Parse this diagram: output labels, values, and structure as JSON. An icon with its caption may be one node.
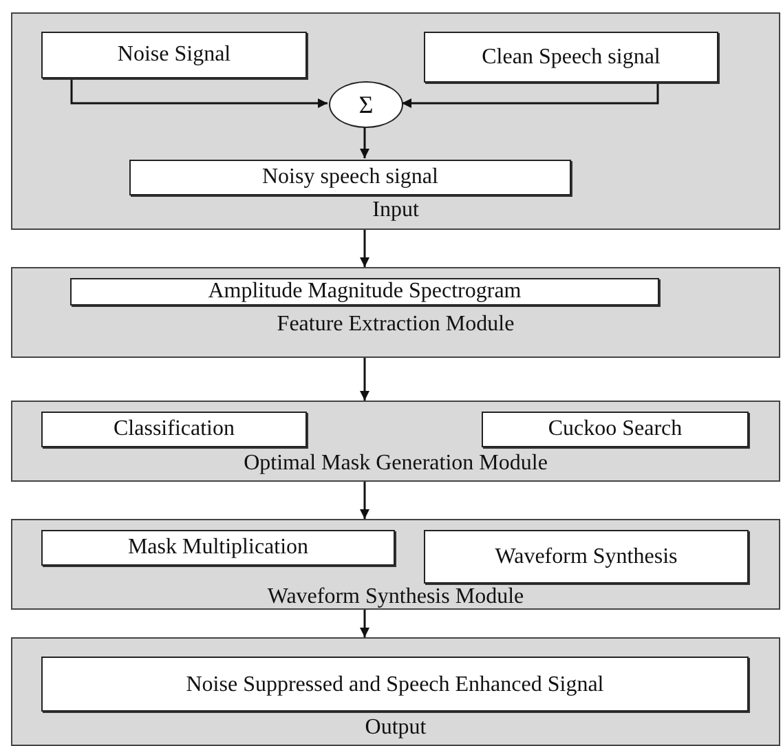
{
  "diagram": {
    "nodes": [
      {
        "text": [
          "Input"
        ]
      },
      {
        "text": [
          "Noise Signal"
        ],
        "in": 0
      },
      {
        "text": [
          "Clean Speech signal"
        ],
        "in": 0
      },
      {
        "text": [
          "Σ"
        ],
        "in": 0
      },
      {
        "text": [
          "Noisy speech signal"
        ],
        "in": 0
      },
      {
        "text": [
          "Feature Extraction Module"
        ]
      },
      {
        "text": [
          "Amplitude Magnitude Spectrogram"
        ],
        "in": 5
      },
      {
        "text": [
          "Optimal Mask Generation Module"
        ]
      },
      {
        "text": [
          "Classification"
        ],
        "in": 7
      },
      {
        "text": [
          "Cuckoo Search"
        ],
        "in": 7
      },
      {
        "text": [
          "Waveform Synthesis Module"
        ]
      },
      {
        "text": [
          "Mask Multiplication"
        ],
        "in": 10
      },
      {
        "text": [
          "Waveform Synthesis"
        ],
        "in": 10
      },
      {
        "text": [
          "Output"
        ]
      },
      {
        "text": [
          "Noise Suppressed and Speech Enhanced Signal"
        ],
        "in": 13
      }
    ],
    "edges": [
      {
        "from": 1,
        "to": 3,
        "arrow": "to"
      },
      {
        "from": 2,
        "to": 3,
        "arrow": "to"
      },
      {
        "from": 3,
        "to": 4,
        "arrow": "to"
      },
      {
        "from": 0,
        "to": 5,
        "arrow": "to"
      },
      {
        "from": 5,
        "to": 7,
        "arrow": "to"
      },
      {
        "from": 7,
        "to": 10,
        "arrow": "to"
      },
      {
        "from": 10,
        "to": 13,
        "arrow": "to"
      }
    ]
  }
}
